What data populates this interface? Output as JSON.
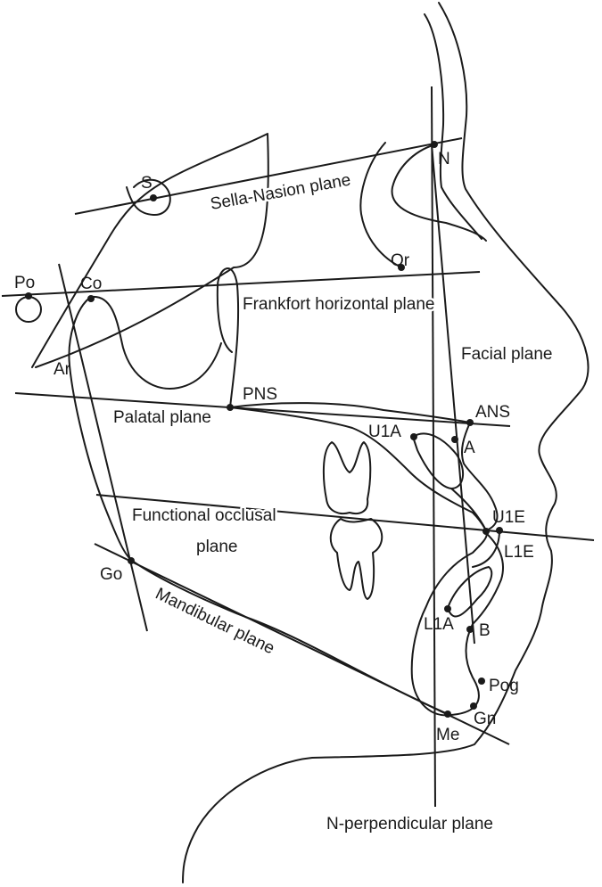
{
  "landmarks": {
    "S": "S",
    "N": "N",
    "Po": "Po",
    "Co": "Co",
    "Or": "Or",
    "Ar": "Ar",
    "PNS": "PNS",
    "ANS": "ANS",
    "A": "A",
    "U1A": "U1A",
    "U1E": "U1E",
    "L1E": "L1E",
    "Go": "Go",
    "L1A": "L1A",
    "B": "B",
    "Pog": "Pog",
    "Gn": "Gn",
    "Me": "Me"
  },
  "planes": {
    "sella_nasion": "Sella-Nasion plane",
    "frankfort": "Frankfort horizontal plane",
    "facial": "Facial plane",
    "palatal": "Palatal plane",
    "functional_occlusal_1": "Functional occlusal",
    "functional_occlusal_2": "plane",
    "mandibular": "Mandibular plane",
    "n_perpendicular": "N-perpendicular plane"
  }
}
